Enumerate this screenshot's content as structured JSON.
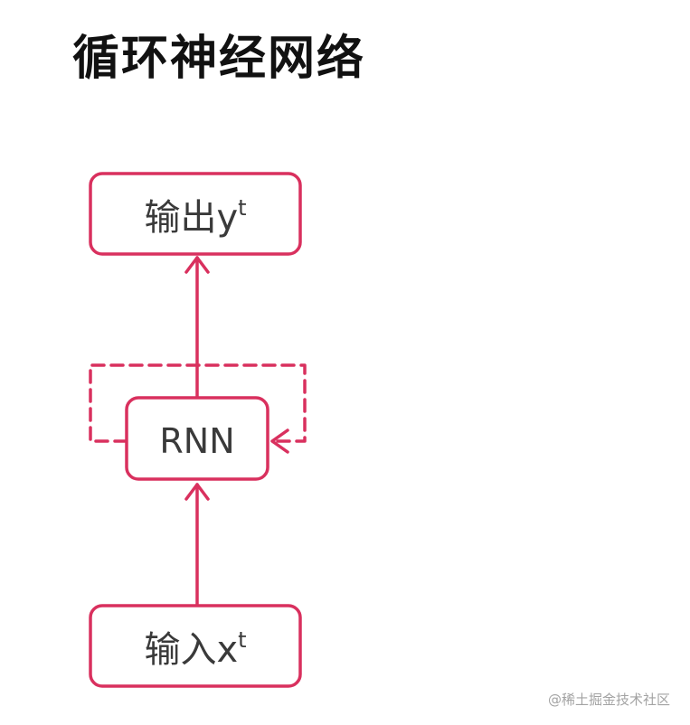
{
  "title": "循环神经网络",
  "diagram": {
    "output_node": {
      "text": "输出y",
      "superscript": "t"
    },
    "rnn_node": {
      "text": "RNN"
    },
    "input_node": {
      "text": "输入x",
      "superscript": "t"
    }
  },
  "colors": {
    "accent": "#d9305e",
    "text": "#3a3a3a",
    "title": "#111111"
  },
  "watermark": "@稀土掘金技术社区"
}
